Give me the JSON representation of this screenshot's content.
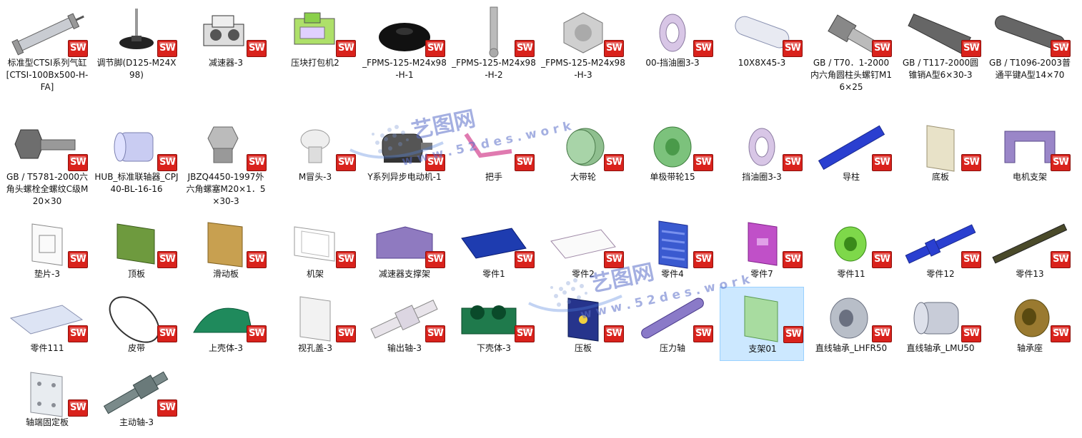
{
  "colors": {
    "selection_bg": "#cce8ff",
    "sw_badge": "#d9221c"
  },
  "watermark": {
    "logo_text": "艺图网",
    "url_text": "w w w . 5 2 d e s . w o r k"
  },
  "badge_text": "SW",
  "files": [
    {
      "label": "标准型CTSI系列气缸[CTSI-100Bx500-H-FA]",
      "icon": "cylinder-icon"
    },
    {
      "label": "调节脚(D125-M24X98)",
      "icon": "leveling-foot-icon"
    },
    {
      "label": "减速器-3",
      "icon": "gearbox-icon"
    },
    {
      "label": "压块打包机2",
      "icon": "press-machine-icon"
    },
    {
      "label": "_FPMS-125-M24x98-H-1",
      "icon": "foot-base-icon"
    },
    {
      "label": "_FPMS-125-M24x98-H-2",
      "icon": "bolt-rod-icon"
    },
    {
      "label": "_FPMS-125-M24x98-H-3",
      "icon": "hex-nut-icon"
    },
    {
      "label": "00-挡油圈3-3",
      "icon": "ring-icon"
    },
    {
      "label": "10X8X45-3",
      "icon": "key-icon"
    },
    {
      "label": "GB / T70．1-2000内六角圆柱头螺钉M16×25",
      "icon": "socket-screw-icon"
    },
    {
      "label": "GB / T117-2000圆锥销A型6×30-3",
      "icon": "taper-pin-icon"
    },
    {
      "label": "GB / T1096-2003普通平键A型14×70",
      "icon": "flat-key-icon"
    },
    {
      "label": "GB / T5781-2000六角头螺栓全螺纹C级M20×30",
      "icon": "hex-bolt-icon"
    },
    {
      "label": "HUB_标准联轴器_CPJ40-BL-16-16",
      "icon": "coupling-icon"
    },
    {
      "label": "JBZQ4450-1997外六角螺塞M20×1．5×30-3",
      "icon": "plug-icon"
    },
    {
      "label": "M冒头-3",
      "icon": "cap-head-icon"
    },
    {
      "label": "Y系列异步电动机-1",
      "icon": "motor-icon"
    },
    {
      "label": "把手",
      "icon": "handle-icon"
    },
    {
      "label": "大带轮",
      "icon": "pulley-icon"
    },
    {
      "label": "单极带轮15",
      "icon": "v-pulley-icon"
    },
    {
      "label": "挡油圈3-3",
      "icon": "ring-icon"
    },
    {
      "label": "导柱",
      "icon": "guide-pillar-icon"
    },
    {
      "label": "底板",
      "icon": "base-plate-icon"
    },
    {
      "label": "电机支架",
      "icon": "motor-bracket-icon"
    },
    {
      "label": "垫片-3",
      "icon": "gasket-icon"
    },
    {
      "label": "顶板",
      "icon": "top-plate-icon"
    },
    {
      "label": "滑动板",
      "icon": "slide-plate-icon"
    },
    {
      "label": "机架",
      "icon": "frame-icon"
    },
    {
      "label": "减速器支撑架",
      "icon": "support-frame-icon"
    },
    {
      "label": "零件1",
      "icon": "plate-blue-icon"
    },
    {
      "label": "零件2",
      "icon": "plate-thin-icon"
    },
    {
      "label": "零件4",
      "icon": "slotted-plate-icon"
    },
    {
      "label": "零件7",
      "icon": "magenta-plate-icon"
    },
    {
      "label": "零件11",
      "icon": "flange-icon"
    },
    {
      "label": "零件12",
      "icon": "shaft-blue-icon"
    },
    {
      "label": "零件13",
      "icon": "shaft-dark-icon"
    },
    {
      "label": "零件111",
      "icon": "plate-light-icon"
    },
    {
      "label": "皮带",
      "icon": "belt-icon"
    },
    {
      "label": "上壳体-3",
      "icon": "upper-housing-icon"
    },
    {
      "label": "视孔盖-3",
      "icon": "cover-plate-icon"
    },
    {
      "label": "输出轴-3",
      "icon": "output-shaft-icon"
    },
    {
      "label": "下壳体-3",
      "icon": "lower-housing-icon"
    },
    {
      "label": "压板",
      "icon": "pressure-plate-icon"
    },
    {
      "label": "压力轴",
      "icon": "pressure-shaft-icon"
    },
    {
      "label": "支架01",
      "icon": "bracket-icon",
      "selected": true
    },
    {
      "label": "直线轴承_LHFR50",
      "icon": "linear-bearing-flange-icon"
    },
    {
      "label": "直线轴承_LMU50",
      "icon": "linear-bearing-icon"
    },
    {
      "label": "轴承座",
      "icon": "bearing-seat-icon"
    },
    {
      "label": "轴端固定板",
      "icon": "end-plate-icon"
    },
    {
      "label": "主动轴-3",
      "icon": "drive-shaft-icon"
    }
  ]
}
